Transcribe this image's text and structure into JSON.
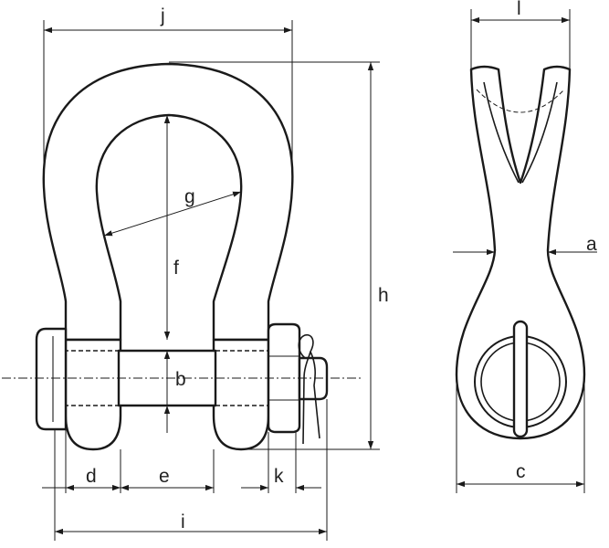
{
  "diagram": {
    "dimension_labels": {
      "j": "j",
      "l": "l",
      "g": "g",
      "f": "f",
      "h": "h",
      "a": "a",
      "b": "b",
      "d": "d",
      "e": "e",
      "k": "k",
      "c": "c",
      "i": "i"
    }
  }
}
